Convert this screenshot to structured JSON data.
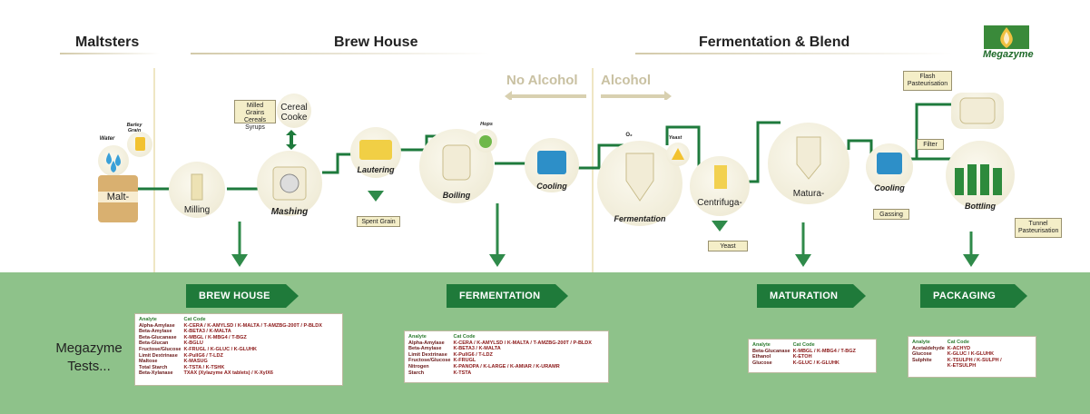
{
  "headers": {
    "maltsters": "Maltsters",
    "brew_house": "Brew House",
    "fermentation_blend": "Fermentation & Blend"
  },
  "logo": {
    "name": "Megazyme"
  },
  "direction": {
    "no_alcohol": "No Alcohol",
    "alcohol": "Alcohol"
  },
  "inputs": {
    "water": "Water",
    "barley_grain": "Barley Grain",
    "malt": "Malt-",
    "hops": "Hops",
    "yeast": "Yeast",
    "o2": "O₂"
  },
  "callouts": {
    "milled_grains": "Milled Grains Cereals Syrups",
    "cereal_cooke": "Cereal Cooke",
    "spent_grain": "Spent Grain",
    "flash_past": "Flash Pasteurisation",
    "filter": "Filter",
    "gassing": "Gassing",
    "yeast_out": "Yeast",
    "tunnel_past": "Tunnel Pasteurisation"
  },
  "stages": {
    "milling": "Milling",
    "mashing": "Mashing",
    "lautering": "Lautering",
    "boiling": "Boiling",
    "cooling1": "Cooling",
    "fermentation": "Fermentation",
    "centrifuga": "Centrifuga-",
    "matura": "Matura-",
    "cooling2": "Cooling",
    "bottling": "Bottling"
  },
  "tests_label": "Megazyme Tests...",
  "sections": [
    {
      "title": "BREW HOUSE",
      "analyte_header": "Analyte",
      "code_header": "Cat Code",
      "rows": [
        [
          "Alpha-Amylase",
          "K-CERA / K-AMYLSD / K-MALTA / T-AMZBG-200T / P-BLDX"
        ],
        [
          "Beta-Amylase",
          "K-BETA3 / K-MALTA"
        ],
        [
          "Beta-Glucanase",
          "K-MBGL / K-MBG4 / T-BGZ"
        ],
        [
          "Beta-Glucan",
          "K-BGLU"
        ],
        [
          "Fructose/Glucose",
          "K-FRUGL / K-GLUC / K-GLUHK"
        ],
        [
          "Limit Dextrinase",
          "K-PullG6 / T-LDZ"
        ],
        [
          "Maltose",
          "K-MASUG"
        ],
        [
          "Total Starch",
          "K-TSTA / K-TSHK"
        ],
        [
          "Beta-Xylanase",
          "TXAX (Xylazyme AX tablets) / K-XylX6"
        ]
      ]
    },
    {
      "title": "FERMENTATION",
      "analyte_header": "Analyte",
      "code_header": "Cat Code",
      "rows": [
        [
          "Alpha-Amylase",
          "K-CERA / K-AMYLSD / K-MALTA / T-AMZBG-200T / P-BLDX"
        ],
        [
          "Beta-Amylase",
          "K-BETA3 / K-MALTA"
        ],
        [
          "Limit Dextrinase",
          "K-PullG6 / T-LDZ"
        ],
        [
          "Fructose/Glucose",
          "K-FRUGL"
        ],
        [
          "Nitrogen",
          "K-PANOPA / K-LARGE / K-AMIAR / K-URAMR"
        ],
        [
          "Starch",
          "K-TSTA"
        ]
      ]
    },
    {
      "title": "MATURATION",
      "analyte_header": "Analyte",
      "code_header": "Cat Code",
      "rows": [
        [
          "Beta-Glucanase",
          "K-MBGL / K-MBG4 / T-BGZ"
        ],
        [
          "Ethanol",
          "K-ETOH"
        ],
        [
          "Glucose",
          "K-GLUC / K-GLUHK"
        ]
      ]
    },
    {
      "title": "PACKAGING",
      "analyte_header": "Analyte",
      "code_header": "Cat Code",
      "rows": [
        [
          "Acetaldehyde",
          "K-ACHYD"
        ],
        [
          "Glucose",
          "K-GLUC / K-GLUHK"
        ],
        [
          "Sulphite",
          "K-TSULPH / K-SULPH /"
        ],
        [
          "",
          "K-ETSULPH"
        ]
      ]
    }
  ],
  "colors": {
    "green_band": "#8ec28a",
    "arrow_green": "#1f7a3a",
    "pipe_green": "#1e7a3c",
    "cream": "#efe6c4",
    "code_red": "#8a1616"
  }
}
